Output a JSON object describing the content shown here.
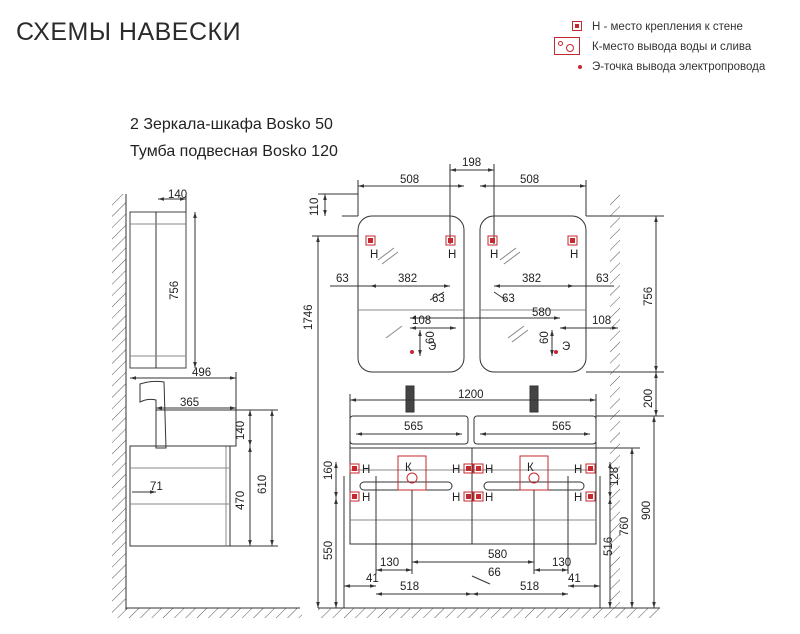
{
  "title": "СХЕМЫ НАВЕСКИ",
  "legend": [
    {
      "symbol": "mount-point",
      "text": "Н - место крепления к стене"
    },
    {
      "symbol": "water-outlet",
      "text": "К-место вывода воды и слива"
    },
    {
      "symbol": "power-point",
      "text": "Э-точка вывода электропровода"
    }
  ],
  "products": {
    "line1": "2 Зеркала-шкафа Bosko 50",
    "line2": "Тумба подвесная Bosko 120"
  },
  "colors": {
    "accent": "#c4292f",
    "line": "#333333"
  },
  "dims": {
    "side_depth_mirror": "140",
    "side_height_mirror": "756",
    "side_depth_vanity": "496",
    "side_depth_cabinet": "365",
    "side_height_top": "140",
    "side_height_body": "470",
    "side_height_total": "610",
    "side_offset": "71",
    "mirror_width_l": "508",
    "mirror_width_r": "508",
    "mirror_gap": "198",
    "mirror_top": "110",
    "total_height": "1746",
    "mirror_height": "756",
    "mirror_edge_l": "63",
    "mirror_edge_r": "63",
    "mount_span_l": "382",
    "mount_span_r": "382",
    "mount_drop_l": "63",
    "mount_drop_r": "63",
    "power_span": "580",
    "power_offset_l": "108",
    "power_offset_r": "108",
    "power_height_l": "60",
    "power_height_r": "60",
    "vanity_width": "1200",
    "gap_height": "200",
    "basin_l": "565",
    "basin_r": "565",
    "mount_vert": "160",
    "mount_gap": "128",
    "floor_height": "550",
    "outlet_height": "516",
    "vanity_bottom": "760",
    "vanity_top": "900",
    "bottom_130_l": "130",
    "bottom_130_r": "130",
    "bottom_580": "580",
    "bottom_66": "66",
    "bottom_41_l": "41",
    "bottom_41_r": "41",
    "bottom_518_l": "518",
    "bottom_518_r": "518"
  },
  "marks": {
    "mount": "Н",
    "water": "К",
    "power": "Э"
  }
}
